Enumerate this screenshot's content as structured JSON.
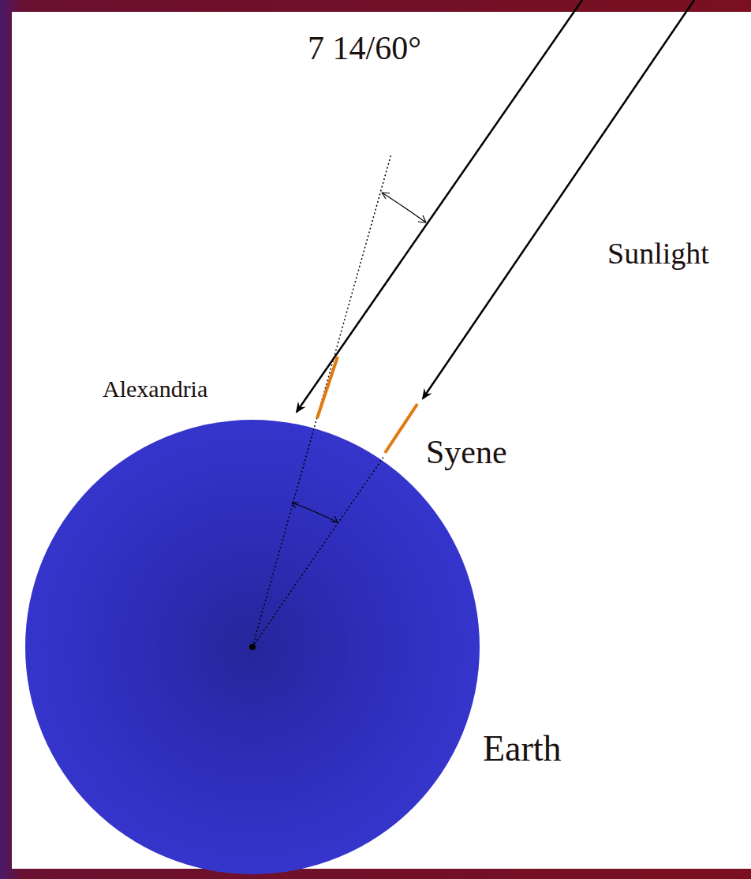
{
  "diagram": {
    "labels": [
      "7 14/60°",
      "Alexandria",
      "Syene",
      "Sunlight",
      "Earth"
    ]
  }
}
